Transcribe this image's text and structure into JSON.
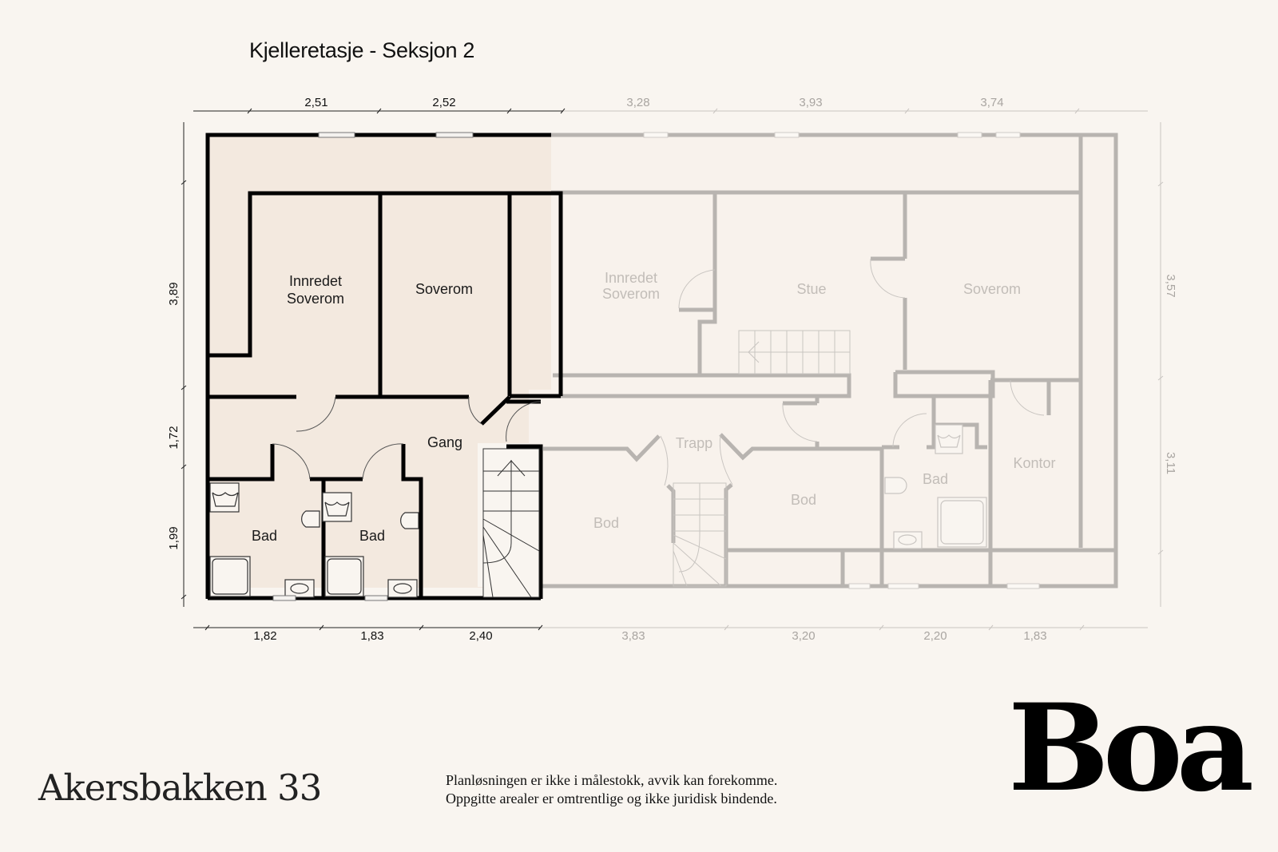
{
  "header": {
    "title": "Kjelleretasje - Seksjon 2"
  },
  "dimensions": {
    "top_active": [
      "2,51",
      "2,52"
    ],
    "top_inactive": [
      "3,28",
      "3,93",
      "3,74"
    ],
    "left_active": [
      "3,89",
      "1,72",
      "1,99"
    ],
    "right_inactive": [
      "3,57",
      "3,11"
    ],
    "bottom_active": [
      "1,82",
      "1,83",
      "2,40"
    ],
    "bottom_inactive": [
      "3,83",
      "3,20",
      "2,20",
      "1,83"
    ]
  },
  "rooms_active": {
    "innredet_soverom_line1": "Innredet",
    "innredet_soverom_line2": "Soverom",
    "soverom": "Soverom",
    "gang": "Gang",
    "bad_1": "Bad",
    "bad_2": "Bad"
  },
  "rooms_inactive": {
    "innredet_soverom_line1": "Innredet",
    "innredet_soverom_line2": "Soverom",
    "stue": "Stue",
    "soverom": "Soverom",
    "trapp": "Trapp",
    "bod_1": "Bod",
    "bod_2": "Bod",
    "bad": "Bad",
    "kontor": "Kontor"
  },
  "colors": {
    "background": "#f9f5f0",
    "active_fill": "#f3e9df",
    "inactive_fill": "#f8f2ec",
    "active_wall": "#000000",
    "inactive_wall": "#b8b4b0"
  },
  "footer": {
    "address": "Akersbakken 33",
    "disclaimer_line1": "Planløsningen er ikke i målestokk, avvik kan forekomme.",
    "disclaimer_line2": "Oppgitte arealer er omtrentlige og ikke juridisk bindende.",
    "logo": "Boa"
  }
}
